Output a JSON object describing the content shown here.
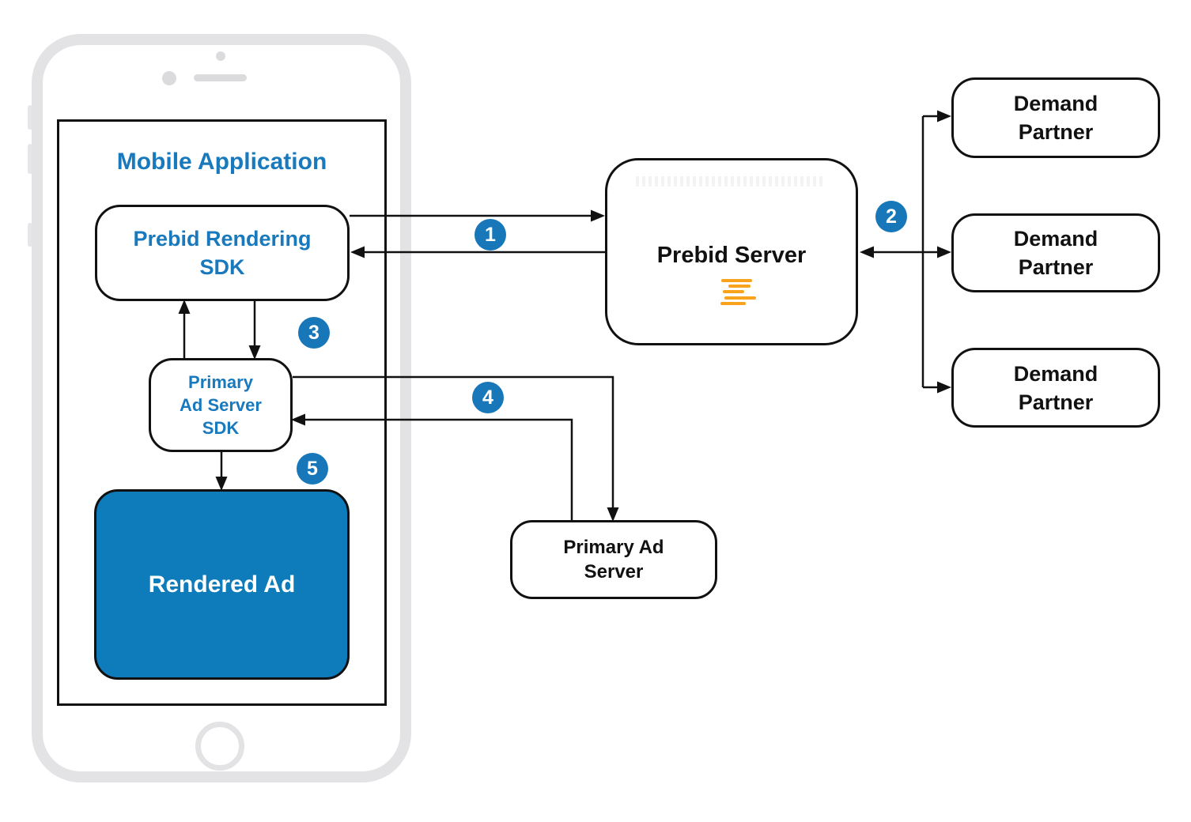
{
  "mobile_application": {
    "title": "Mobile Application"
  },
  "nodes": {
    "prebid_rendering_sdk": {
      "lines": [
        "Prebid Rendering",
        "SDK"
      ]
    },
    "primary_ad_server_sdk": {
      "lines": [
        "Primary",
        "Ad Server",
        "SDK"
      ]
    },
    "rendered_ad": {
      "label": "Rendered Ad"
    },
    "prebid_server": {
      "label": "Prebid Server"
    },
    "primary_ad_server": {
      "lines": [
        "Primary Ad",
        "Server"
      ]
    },
    "demand_partners": [
      {
        "lines": [
          "Demand",
          "Partner"
        ]
      },
      {
        "lines": [
          "Demand",
          "Partner"
        ]
      },
      {
        "lines": [
          "Demand",
          "Partner"
        ]
      }
    ]
  },
  "steps": {
    "step1": "1",
    "step2": "2",
    "step3": "3",
    "step4": "4",
    "step5": "5"
  },
  "icons": {
    "prebid_logo": "prebid-lines-logo"
  },
  "colors": {
    "accent_blue_text": "#1879BD",
    "badge_blue": "#1777B9",
    "rendered_ad_fill": "#0E7CBA",
    "logo_orange": "#F9A21B",
    "line_black": "#111111",
    "phone_frame_gray": "#E3E3E6"
  }
}
